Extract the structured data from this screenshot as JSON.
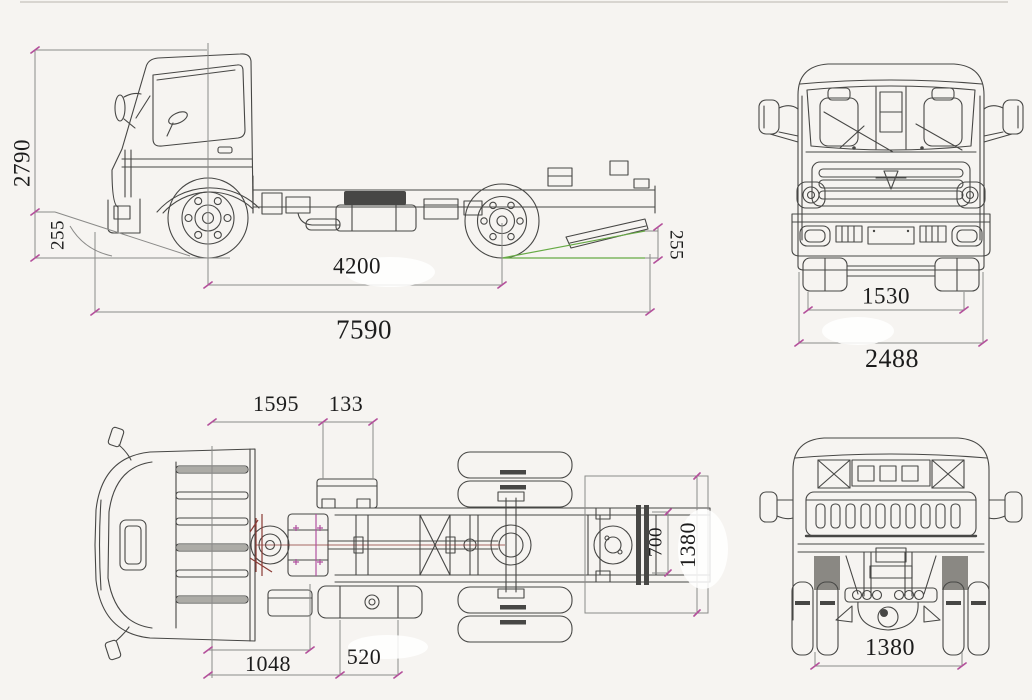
{
  "colors": {
    "bg": "#f6f4f1",
    "line": "#474745",
    "dim": "#8b8b89",
    "tick": "#b4509b",
    "green": "#67aa45",
    "red": "#8a3a34",
    "magenta": "#b050a0",
    "text": "#1c1c1c",
    "border": "#d8d5d0"
  },
  "views": {
    "side": {
      "overall_height": "2790",
      "front_clearance": "255",
      "wheelbase": "4200",
      "overall_length": "7590",
      "rear_clearance": "255"
    },
    "front": {
      "front_track": "1530",
      "overall_width": "2488"
    },
    "plan": {
      "dim_1595": "1595",
      "dim_133": "133",
      "dim_1048": "1048",
      "dim_520": "520",
      "frame_width": "700",
      "rear_body_width": "1380"
    },
    "rear": {
      "rear_track": "1380"
    }
  }
}
